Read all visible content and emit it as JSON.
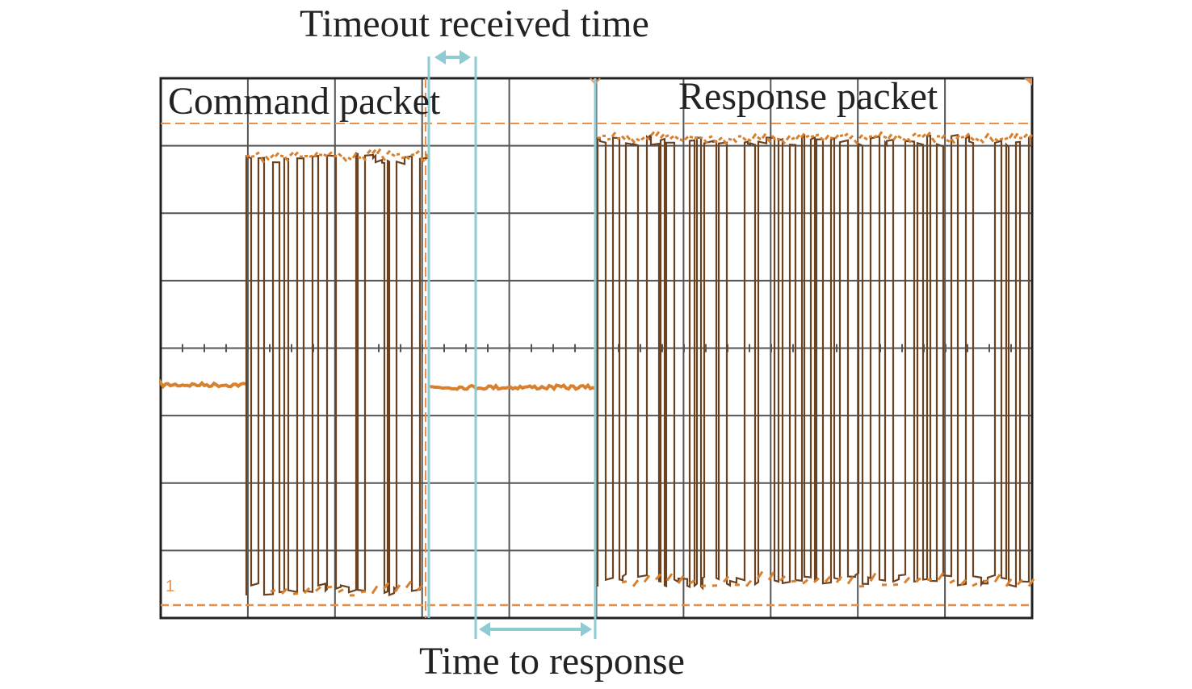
{
  "annotations": {
    "timeout_label": "Timeout received time",
    "command_label": "Command packet",
    "response_label": "Response packet",
    "response_time_label": "Time to response",
    "channel_marker": "1"
  },
  "colors": {
    "trace": "#6b4220",
    "trace_highlight": "#d9802e",
    "grid": "#555555",
    "cursor": "#8ecbd3",
    "reference": "#e8904a"
  },
  "scope": {
    "divisions_horizontal": 10,
    "divisions_vertical": 8
  }
}
